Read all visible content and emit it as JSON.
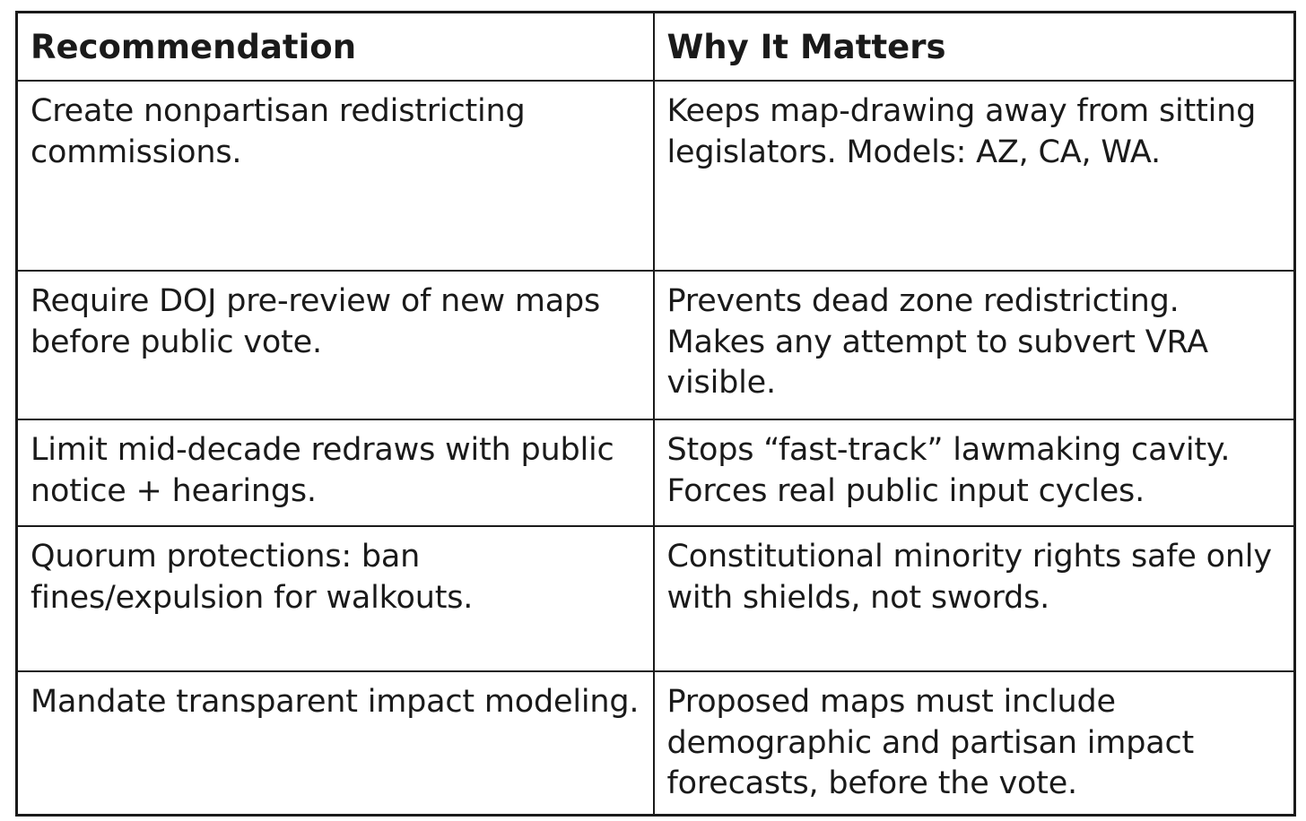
{
  "colors": {
    "text": "#1a1a1a",
    "border": "#1a1a1a",
    "background": "#ffffff"
  },
  "table": {
    "columns": [
      {
        "label": "Recommendation"
      },
      {
        "label": "Why It Matters"
      }
    ],
    "rows": [
      {
        "recommendation": "Create nonpartisan redistricting commissions.",
        "why_it_matters": "Keeps map-drawing away from sitting legislators. Models: AZ, CA, WA."
      },
      {
        "recommendation": "Require DOJ pre-review of new maps before public vote.",
        "why_it_matters": "Prevents dead zone redistricting. Makes any attempt to subvert VRA visible."
      },
      {
        "recommendation": "Limit mid-decade redraws with public notice + hearings.",
        "why_it_matters": "Stops “fast-track” lawmaking cavity. Forces real public input cycles."
      },
      {
        "recommendation": "Quorum protections: ban fines/expulsion for walkouts.",
        "why_it_matters": "Constitutional minority rights safe only with shields, not swords."
      },
      {
        "recommendation": "Mandate transparent impact modeling.",
        "why_it_matters": "Proposed maps must include demographic and partisan impact forecasts, before the vote."
      }
    ]
  }
}
